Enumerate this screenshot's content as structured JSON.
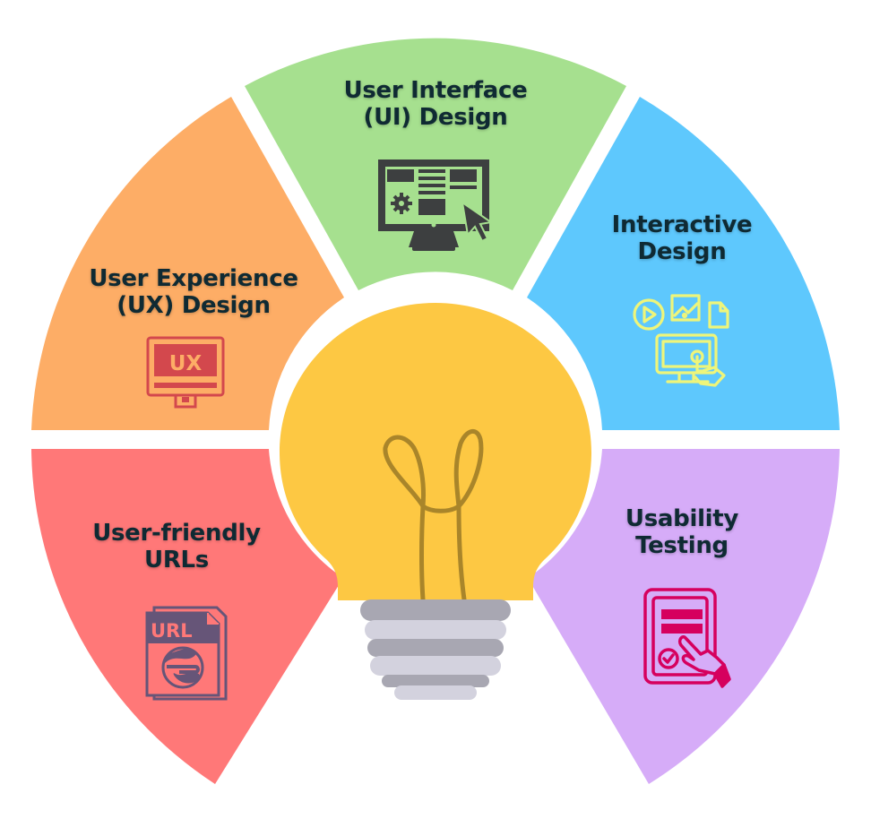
{
  "diagram": {
    "center_icon": "lightbulb-icon",
    "colors": {
      "background": "#ffffff",
      "text": "#0f2a33",
      "bulb": "#fdc843",
      "filament": "#a9852a",
      "base_dark": "#a8a7b2",
      "base_light": "#d3d2de"
    },
    "segments": [
      {
        "id": "ui-design",
        "line1": "User Interface",
        "line2": "(UI) Design",
        "color": "#a6e08f",
        "icon": "monitor-ui-cursor-icon",
        "icon_color": "#3d3f40"
      },
      {
        "id": "interactive-design",
        "line1": "Interactive",
        "line2": "Design",
        "color": "#5ec8fd",
        "icon": "interactive-media-touch-icon",
        "icon_color": "#eef57a"
      },
      {
        "id": "usability-testing",
        "line1": "Usability",
        "line2": "Testing",
        "color": "#d6acf8",
        "icon": "tablet-checklist-touch-icon",
        "icon_color": "#d6005e"
      },
      {
        "id": "user-friendly-urls",
        "line1": "User-friendly",
        "line2": "URLs",
        "color": "#ff7878",
        "icon": "url-file-globe-icon",
        "icon_color": "#665578",
        "icon_text": "URL"
      },
      {
        "id": "ux-design",
        "line1": "User Experience",
        "line2": "(UX) Design",
        "color": "#fdad66",
        "icon": "monitor-ux-icon",
        "icon_color": "#d3484d",
        "icon_text": "UX"
      }
    ]
  }
}
